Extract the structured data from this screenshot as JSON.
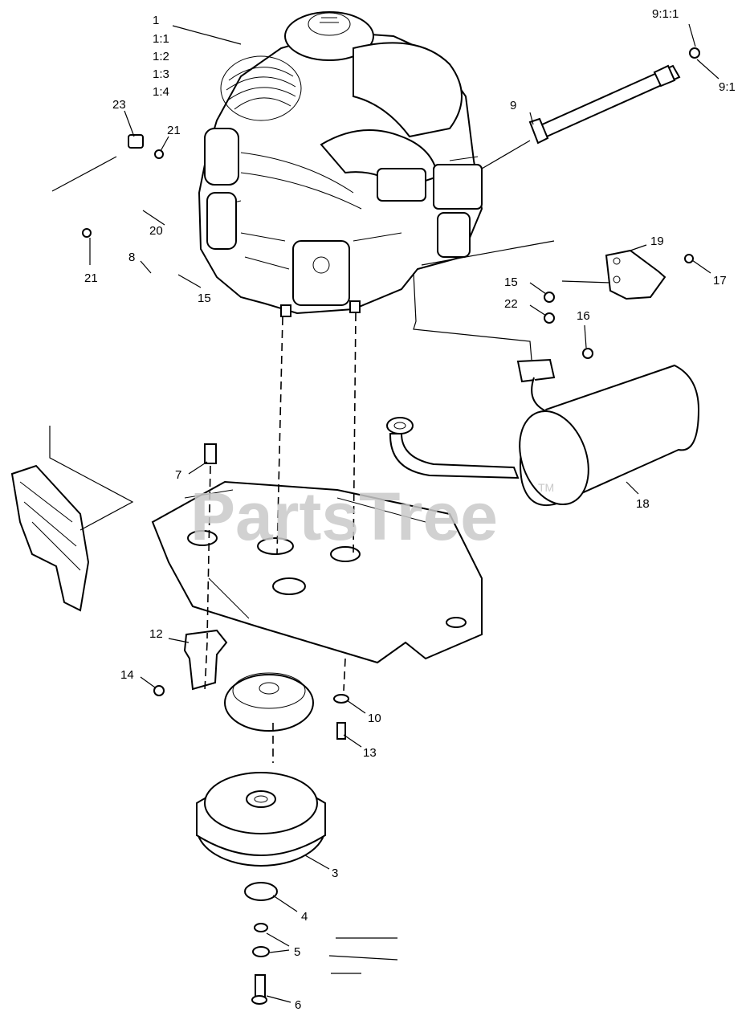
{
  "watermark": {
    "text": "PartsTree",
    "tm": "TM"
  },
  "callouts": {
    "c1": "1",
    "c1_1": "1:1",
    "c1_2": "1:2",
    "c1_3": "1:3",
    "c1_4": "1:4",
    "c9_1_1": "9:1:1",
    "c9_1": "9:1",
    "c9": "9",
    "c23": "23",
    "c21a": "21",
    "c21b": "21",
    "c20": "20",
    "c8": "8",
    "c15a": "15",
    "c15b": "15",
    "c22": "22",
    "c19": "19",
    "c17": "17",
    "c16": "16",
    "c18": "18",
    "c7": "7",
    "c12": "12",
    "c14": "14",
    "c10": "10",
    "c13": "13",
    "c3": "3",
    "c4": "4",
    "c5": "5",
    "c6": "6"
  }
}
